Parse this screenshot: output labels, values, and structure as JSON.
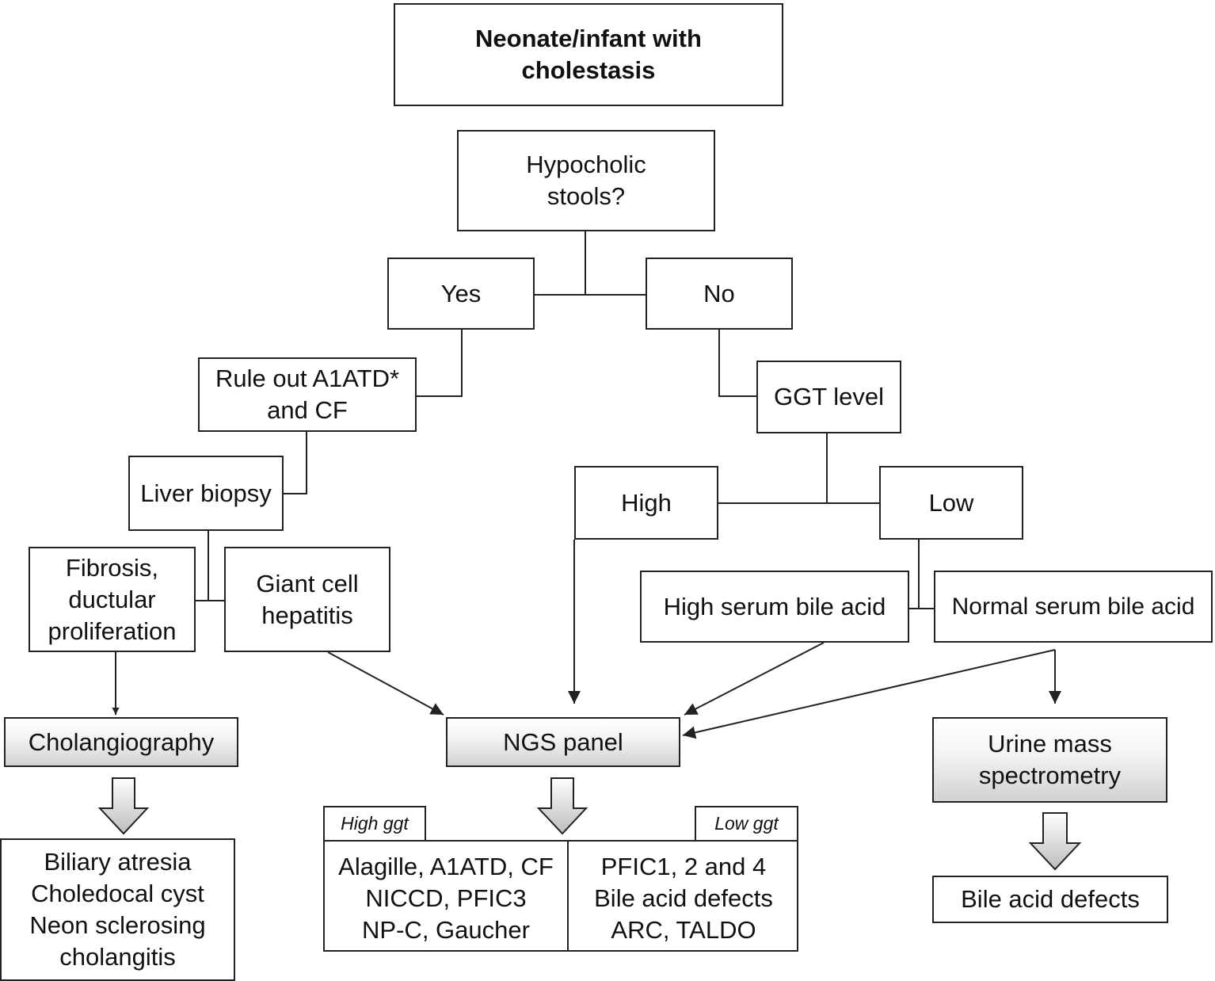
{
  "title": "Neonate/infant with\ncholestasis",
  "question": "Hypocholic\nstools?",
  "yes": "Yes",
  "no": "No",
  "rule_out": "Rule out A1ATD*\nand CF",
  "liver_biopsy": "Liver biopsy",
  "fibrosis": "Fibrosis,\nductular\nproliferation",
  "giant_cell": "Giant cell\nhepatitis",
  "ggt_level": "GGT level",
  "ggt_high": "High",
  "ggt_low": "Low",
  "high_serum": "High serum bile acid",
  "normal_serum": "Normal serum bile acid",
  "cholangiography": "Cholangiography",
  "ngs_panel": "NGS panel",
  "urine_ms": "Urine mass\nspectrometry",
  "biliary_outcomes": "Biliary atresia\nCholedocal cyst\nNeon sclerosing\ncholangitis",
  "high_ggt_tab": "High ggt",
  "low_ggt_tab": "Low ggt",
  "high_ggt_list": "Alagille, A1ATD, CF\nNICCD, PFIC3\nNP-C, Gaucher",
  "low_ggt_list": "PFIC1, 2 and 4\nBile acid defects\nARC, TALDO",
  "bile_acid_defects": "Bile acid defects"
}
